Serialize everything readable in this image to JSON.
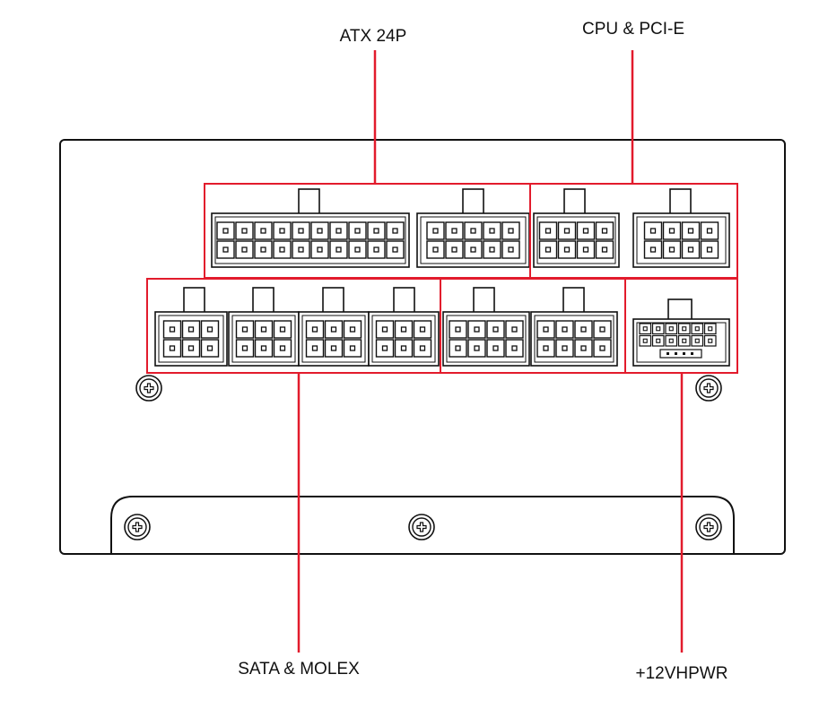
{
  "labels": {
    "atx": "ATX 24P",
    "cpu_pcie": "CPU & PCI-E",
    "sata_molex": "SATA & MOLEX",
    "hpwr": "+12VHPWR"
  },
  "colors": {
    "highlight": "#e21b2c",
    "line": "#111111",
    "background": "#ffffff"
  },
  "icons": {
    "screw": "screw-icon"
  }
}
